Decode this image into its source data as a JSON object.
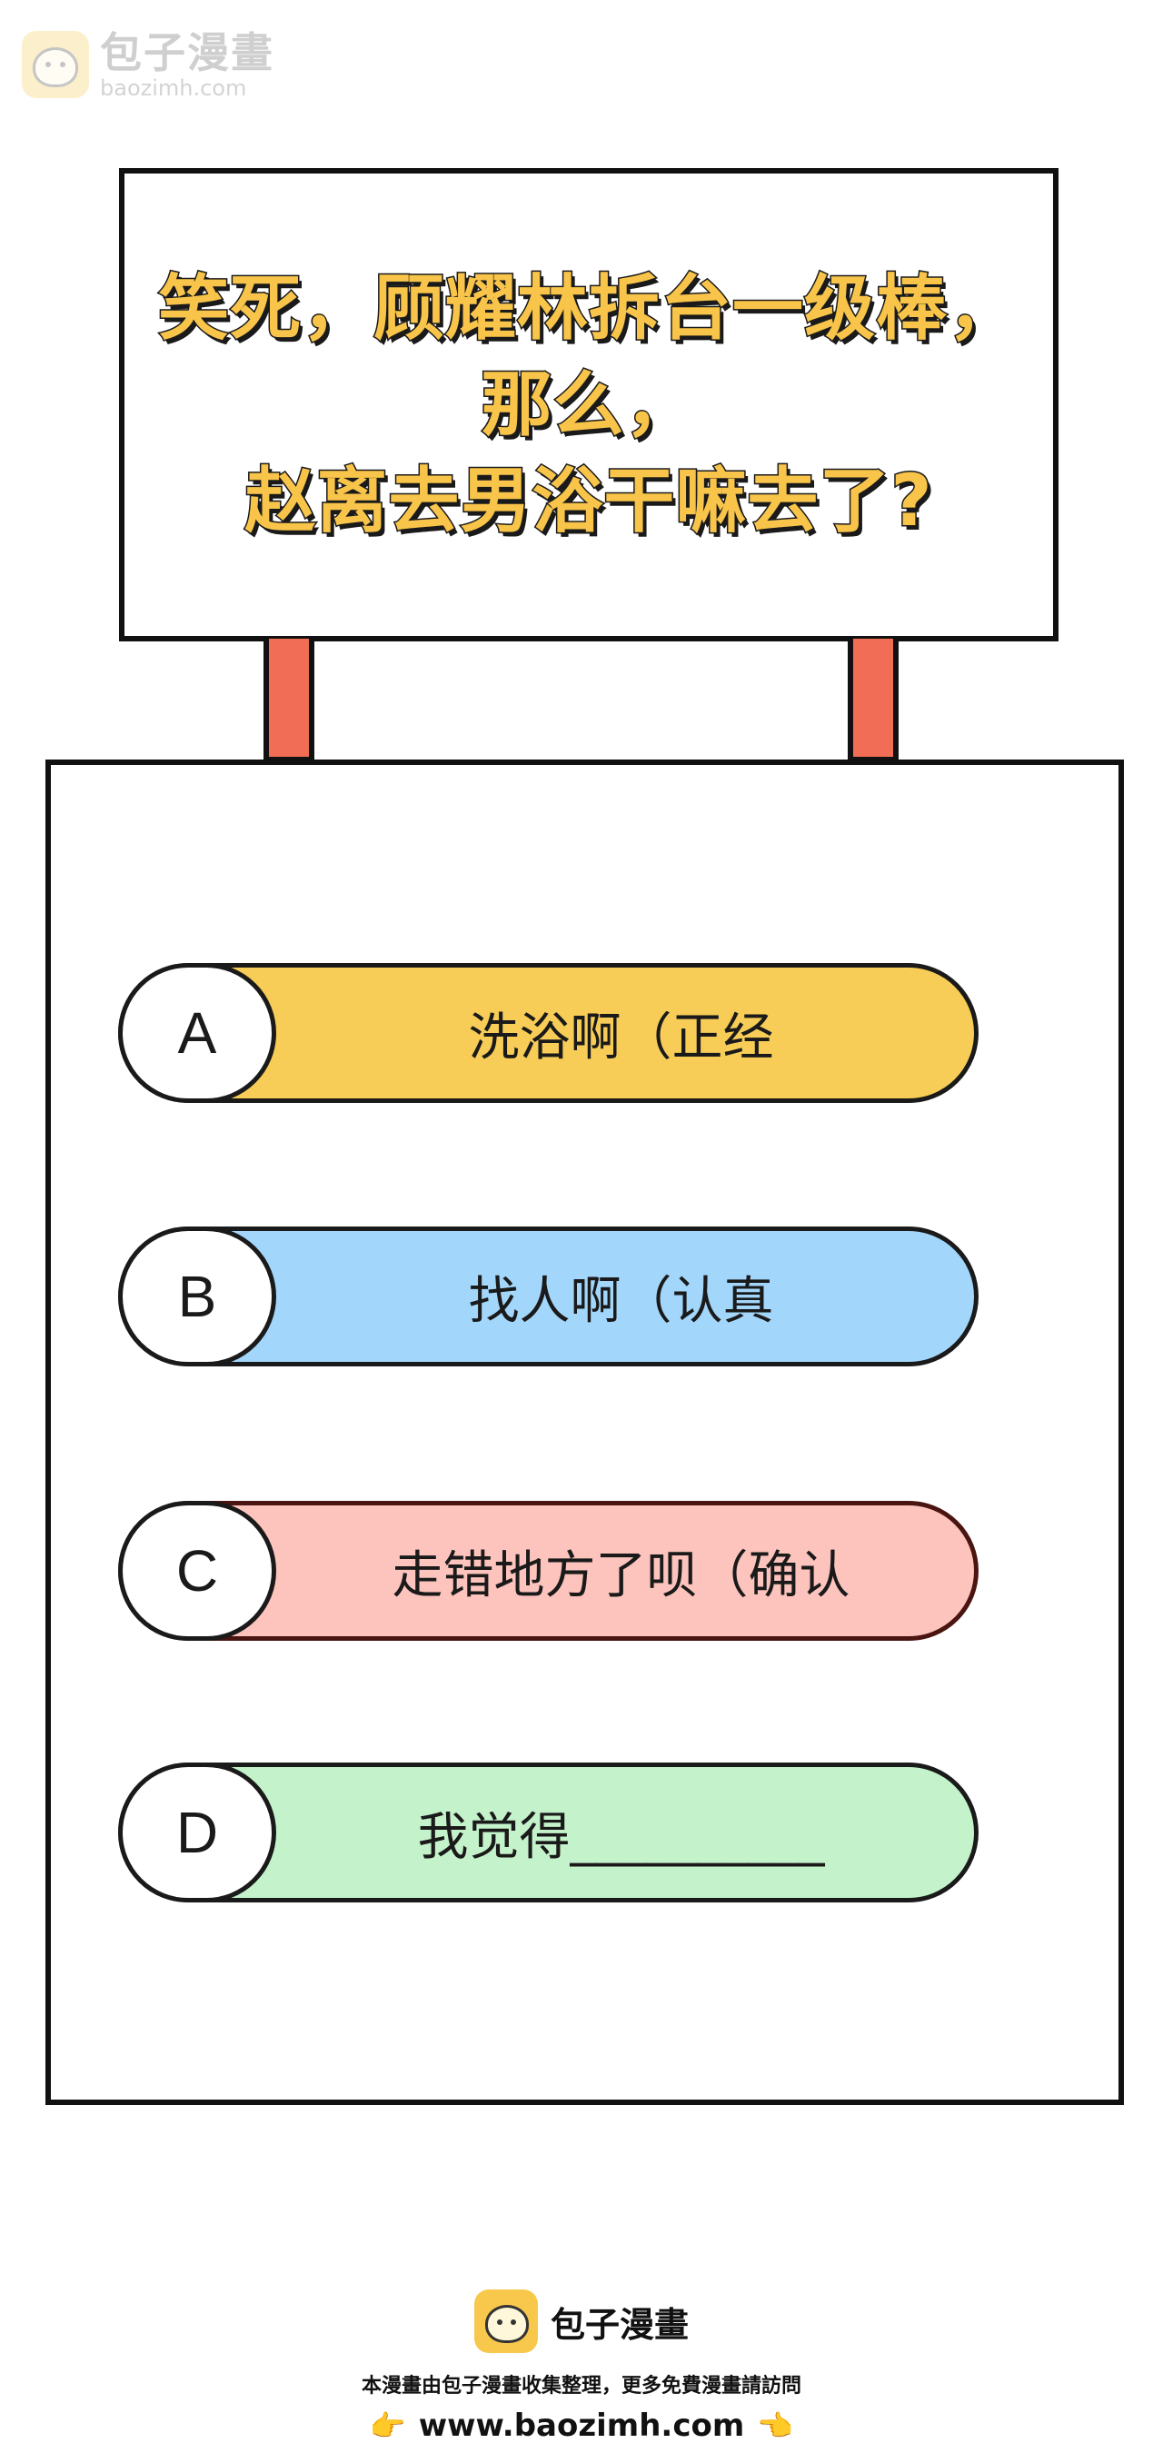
{
  "watermark": {
    "brand": "包子漫畫",
    "url": "baozimh.com",
    "icon": "bun-mascot-icon"
  },
  "sign": {
    "lines": [
      "笑死，顾耀林拆台一级棒，",
      "那么，",
      "赵离去男浴干嘛去了?"
    ]
  },
  "colors": {
    "sign_text": "#f8c44a",
    "post": "#f26d55",
    "option_a": "#f7cd57",
    "option_b": "#a3d6fb",
    "option_c": "#fdc4bd",
    "option_d": "#c4f3cb"
  },
  "options": [
    {
      "letter": "A",
      "text": "洗浴啊（正经"
    },
    {
      "letter": "B",
      "text": "找人啊（认真"
    },
    {
      "letter": "C",
      "text": "走错地方了呗（确认"
    },
    {
      "letter": "D",
      "text": "我觉得__________"
    }
  ],
  "footer": {
    "brand": "包子漫畫",
    "note": "本漫畫由包子漫畫收集整理，更多免費漫畫請訪問",
    "url": "www.baozimh.com",
    "hand_left": "👉",
    "hand_right": "👈"
  }
}
